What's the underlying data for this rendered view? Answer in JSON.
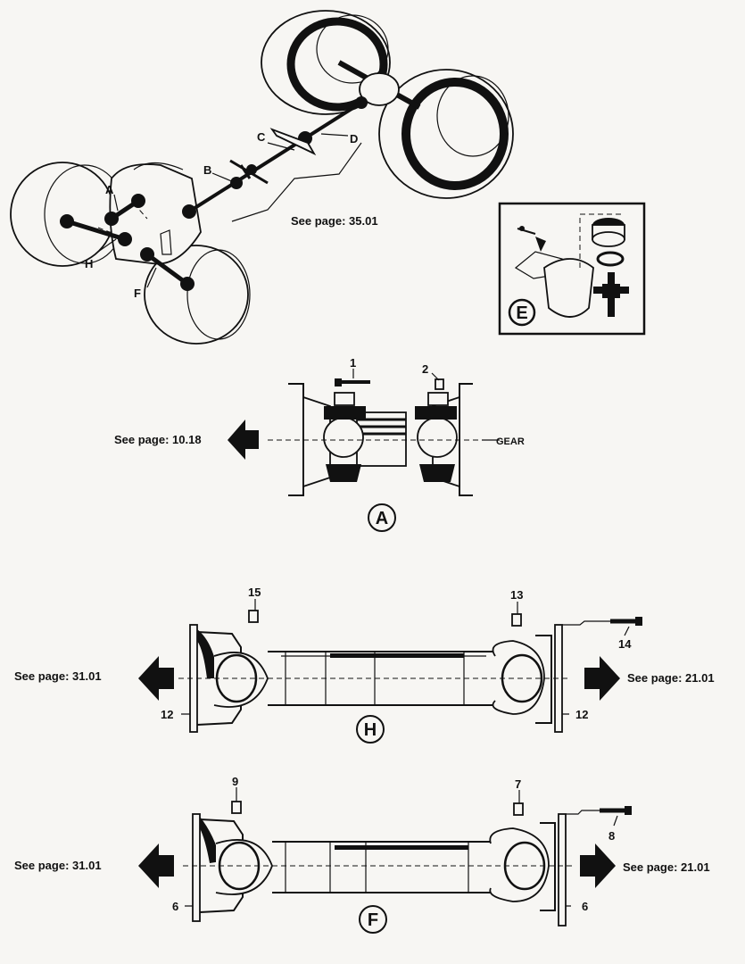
{
  "overview": {
    "labels": {
      "a": "A",
      "b": "B",
      "c": "C",
      "d": "D",
      "h": "H",
      "f": "F"
    },
    "see_page": "See page: 35.01"
  },
  "detail_e": {
    "label": "E"
  },
  "detail_a": {
    "label": "A",
    "see_page": "See page: 10.18",
    "gear": "GEAR",
    "part1": "1",
    "part2": "2"
  },
  "detail_h": {
    "label": "H",
    "see_left": "See page: 31.01",
    "see_right": "See page: 21.01",
    "part15": "15",
    "part13": "13",
    "part14": "14",
    "part12_left": "12",
    "part12_right": "12"
  },
  "detail_f": {
    "label": "F",
    "see_left": "See page: 31.01",
    "see_right": "See page: 21.01",
    "part9": "9",
    "part7": "7",
    "part8": "8",
    "part6_left": "6",
    "part6_right": "6"
  }
}
